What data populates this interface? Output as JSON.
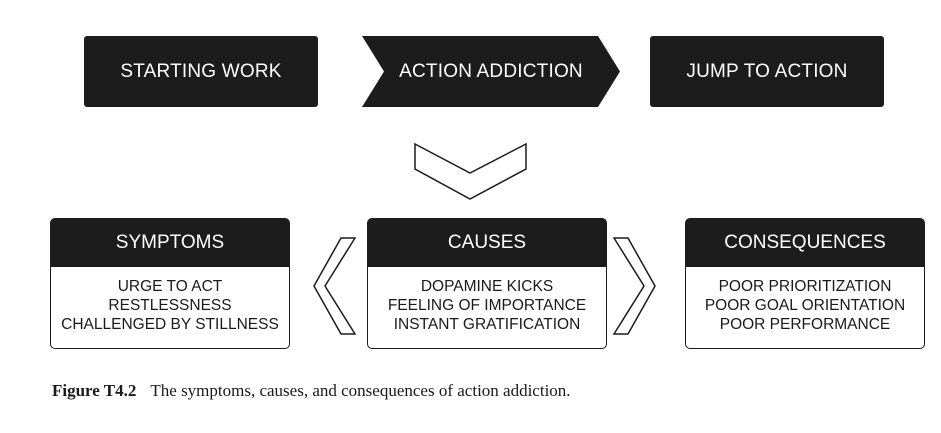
{
  "top_row": {
    "left": "STARTING WORK",
    "middle": "ACTION ADDICTION",
    "right": "JUMP TO ACTION"
  },
  "cards": {
    "symptoms": {
      "title": "SYMPTOMS",
      "items": [
        "URGE TO ACT",
        "RESTLESSNESS",
        "CHALLENGED BY STILLNESS"
      ]
    },
    "causes": {
      "title": "CAUSES",
      "items": [
        "DOPAMINE KICKS",
        "FEELING OF IMPORTANCE",
        "INSTANT GRATIFICATION"
      ]
    },
    "consequences": {
      "title": "CONSEQUENCES",
      "items": [
        "POOR PRIORITIZATION",
        "POOR GOAL ORIENTATION",
        "POOR PERFORMANCE"
      ]
    }
  },
  "caption": {
    "label": "Figure T4.2",
    "text": "The symptoms, causes, and consequences of action addiction."
  },
  "colors": {
    "box_fill": "#1c1c1c",
    "box_text": "#ffffff",
    "outline": "#1c1c1c",
    "background": "#ffffff"
  }
}
